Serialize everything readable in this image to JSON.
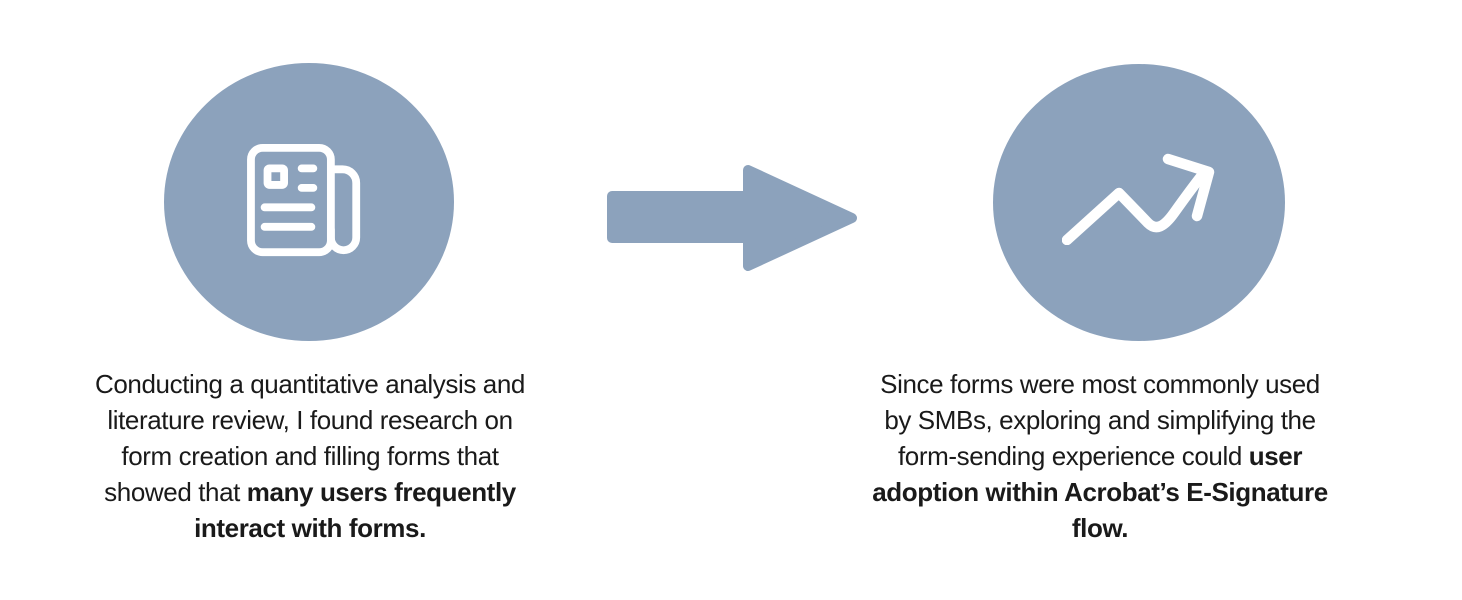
{
  "colors": {
    "accent": "#8CA2BC",
    "icon_stroke": "#FFFFFF",
    "text": "#1A1A1A",
    "background": "#FFFFFF"
  },
  "diagram": {
    "left_step": {
      "icon": "newspaper-icon",
      "caption_lines": [
        [
          {
            "t": "Conducting a quantitative analysis and"
          }
        ],
        [
          {
            "t": "literature review, I found research on"
          }
        ],
        [
          {
            "t": "form creation and filling forms that"
          }
        ],
        [
          {
            "t": "showed that "
          },
          {
            "t": "many users frequently",
            "b": true
          }
        ],
        [
          {
            "t": "interact with forms.",
            "b": true
          }
        ]
      ]
    },
    "connector": {
      "icon": "right-arrow-icon"
    },
    "right_step": {
      "icon": "trending-up-icon",
      "caption_lines": [
        [
          {
            "t": "Since forms were most commonly used"
          }
        ],
        [
          {
            "t": "by SMBs, exploring and simplifying the"
          }
        ],
        [
          {
            "t": "form-sending experience could "
          },
          {
            "t": "user",
            "b": true
          }
        ],
        [
          {
            "t": "adoption within Acrobat’s E-Signature",
            "b": true
          }
        ],
        [
          {
            "t": "flow.",
            "b": true
          }
        ]
      ]
    }
  }
}
